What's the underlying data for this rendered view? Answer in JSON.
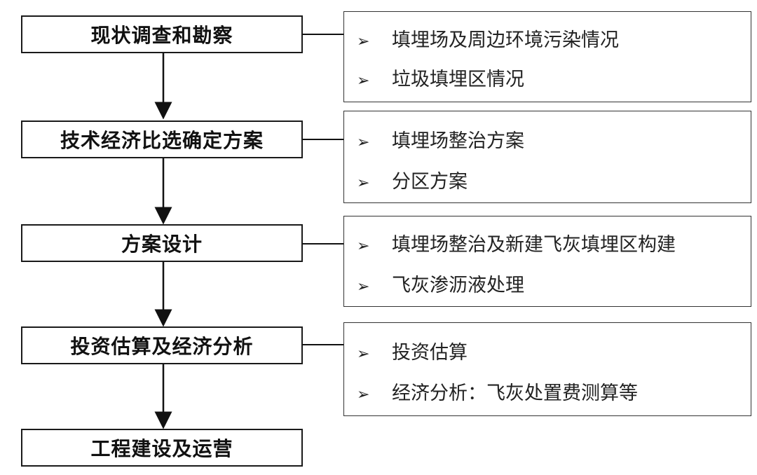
{
  "stages": [
    {
      "label": "现状调查和勘察"
    },
    {
      "label": "技术经济比选确定方案"
    },
    {
      "label": "方案设计"
    },
    {
      "label": "投资估算及经济分析"
    },
    {
      "label": "工程建设及运营"
    }
  ],
  "details": [
    {
      "items": [
        "填埋场及周边环境污染情况",
        "垃圾填埋区情况"
      ]
    },
    {
      "items": [
        "填埋场整治方案",
        "分区方案"
      ]
    },
    {
      "items": [
        "填埋场整治及新建飞灰填埋区构建",
        "飞灰渗沥液处理"
      ]
    },
    {
      "items": [
        "投资估算",
        "经济分析：飞灰处置费测算等"
      ]
    }
  ],
  "bullet_glyph": "➢"
}
